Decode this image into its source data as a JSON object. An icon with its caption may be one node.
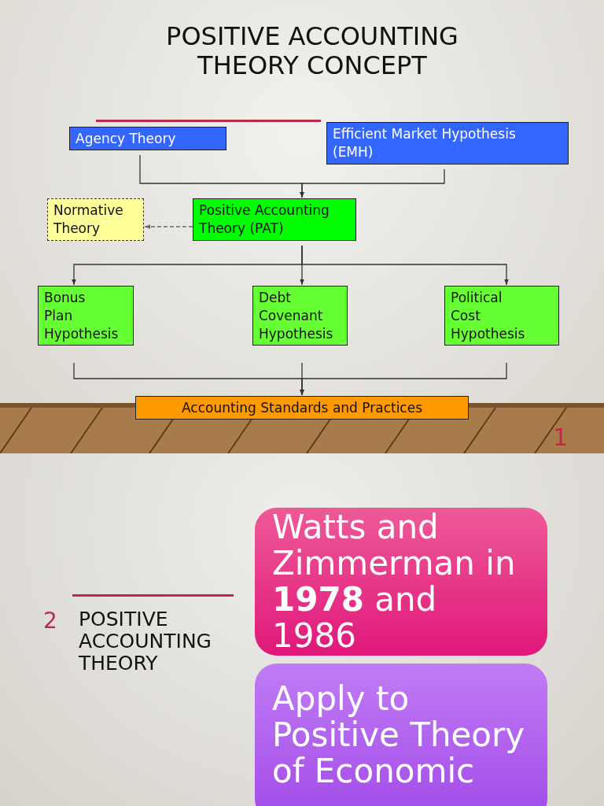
{
  "diagram": {
    "title": "POSITIVE ACCOUNTING THEORY CONCEPT",
    "nodes": [
      {
        "text": [
          "Agency Theory"
        ]
      },
      {
        "text": [
          "Efficient Market Hypothesis (EMH)"
        ]
      },
      {
        "text": [
          "Normative Theory"
        ]
      },
      {
        "text": [
          "Positive Accounting Theory (PAT)"
        ]
      },
      {
        "text": [
          "Bonus Plan Hypothesis"
        ]
      },
      {
        "text": [
          "Debt Covenant Hypothesis"
        ]
      },
      {
        "text": [
          "Political Cost Hypothesis"
        ]
      },
      {
        "text": [
          "Accounting Standards and Practices"
        ]
      },
      {
        "text": [
          "Watts and Zimmerman in **1978** and 1986"
        ]
      },
      {
        "text": [
          "Apply to Positive Theory of Economic"
        ]
      }
    ],
    "edges": [
      {
        "from": 0,
        "to": 3,
        "arrow": "to"
      },
      {
        "from": 1,
        "to": 3,
        "arrow": "to"
      },
      {
        "from": 3,
        "to": 2,
        "arrow": "to",
        "style": "dashed",
        "color": "#666666"
      },
      {
        "from": 3,
        "to": 4,
        "arrow": "to"
      },
      {
        "from": 3,
        "to": 5,
        "arrow": "to"
      },
      {
        "from": 3,
        "to": 6,
        "arrow": "to"
      },
      {
        "from": 4,
        "to": 7,
        "arrow": "to"
      },
      {
        "from": 5,
        "to": 7,
        "arrow": "to"
      },
      {
        "from": 6,
        "to": 7,
        "arrow": "to"
      }
    ],
    "labels": [
      "1",
      "2",
      "POSITIVE ACCOUNTING THEORY"
    ]
  }
}
